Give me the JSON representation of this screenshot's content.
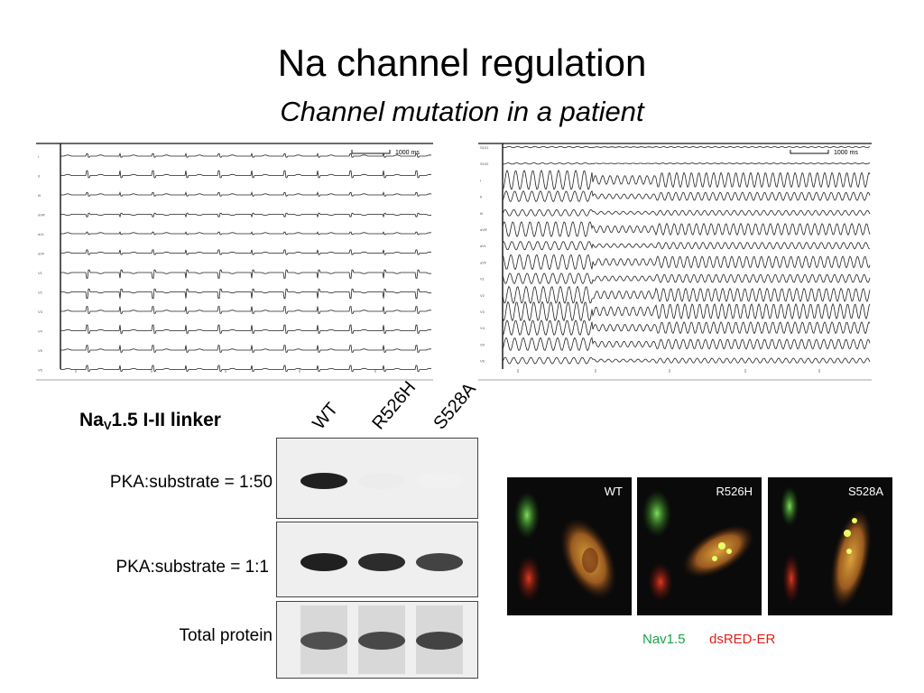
{
  "slide": {
    "title": "Na channel regulation",
    "subtitle": "Channel mutation in a patient"
  },
  "ecg": {
    "scale_bar_label": "1000 ms",
    "left_leads": [
      "I",
      "II",
      "III",
      "aVR",
      "aVL",
      "aVF",
      "V1",
      "V2",
      "V3",
      "V4",
      "V5",
      "V6"
    ],
    "right_leads": [
      "S101",
      "S102",
      "I",
      "II",
      "III",
      "aVR",
      "aVL",
      "aVF",
      "V1",
      "V2",
      "V3",
      "V4",
      "V5",
      "V6"
    ]
  },
  "blot": {
    "title_main": "Na",
    "title_sub": "V",
    "title_rest": "1.5 I-II linker",
    "lanes": [
      "WT",
      "R526H",
      "S528A"
    ],
    "rows": [
      {
        "label": "PKA:substrate = 1:50",
        "intensities": [
          0.95,
          0.08,
          0.06
        ]
      },
      {
        "label": "PKA:substrate = 1:1",
        "intensities": [
          0.95,
          0.9,
          0.8
        ]
      },
      {
        "label": "Total protein",
        "intensities": [
          0.75,
          0.78,
          0.8
        ]
      }
    ]
  },
  "microscopy": {
    "panels": [
      "WT",
      "R526H",
      "S528A"
    ],
    "legend": {
      "green": "Nav1.5",
      "red": "dsRED-ER"
    },
    "colors": {
      "green": "#1aa34a",
      "red": "#e0201b"
    }
  }
}
